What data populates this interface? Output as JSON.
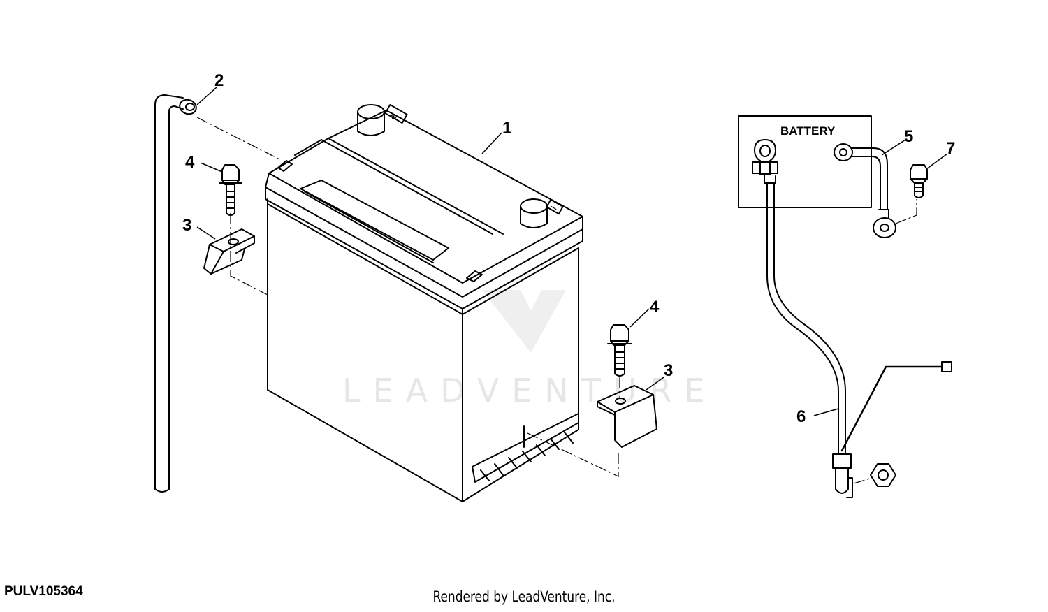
{
  "watermark": {
    "text": "LEADVENTURE"
  },
  "diagram": {
    "figure_id": "PULV105364",
    "credit": "Rendered by LeadVenture, Inc.",
    "battery_panel_label": "BATTERY",
    "terminal_positive": "+",
    "terminal_negative": "−",
    "callouts": [
      {
        "id": "c1",
        "label": "1"
      },
      {
        "id": "c2",
        "label": "2"
      },
      {
        "id": "c3a",
        "label": "3"
      },
      {
        "id": "c3b",
        "label": "3"
      },
      {
        "id": "c4a",
        "label": "4"
      },
      {
        "id": "c4b",
        "label": "4"
      },
      {
        "id": "c5",
        "label": "5"
      },
      {
        "id": "c6",
        "label": "6"
      },
      {
        "id": "c7",
        "label": "7"
      }
    ]
  }
}
